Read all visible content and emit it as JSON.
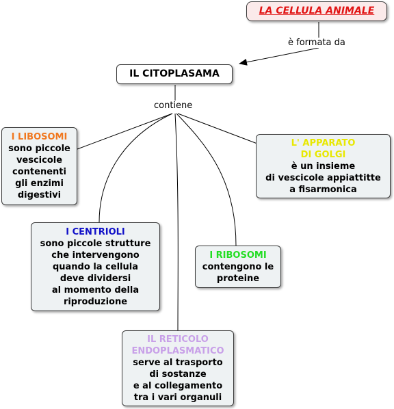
{
  "root": {
    "title": "LA CELLULA ANIMALE"
  },
  "link_root": {
    "label": "è formata da"
  },
  "main": {
    "title": "IL CITOPLASAMA"
  },
  "link_main": {
    "label": "contiene"
  },
  "nodes": {
    "libosomi": {
      "title": "I LIBOSOMI",
      "text": "sono piccole\nvescicole\ncontenenti\ngli enzimi\ndigestivi",
      "title_color": "#f07820"
    },
    "golgi": {
      "title": "L' APPARATO\nDI GOLGI",
      "text": "è un insieme\ndi vescicole appiattitte\na fisarmonica",
      "title_color": "#e8e800"
    },
    "centrioli": {
      "title": "I CENTRIOLI",
      "text": "sono piccole strutture\nche intervengono\nquando la cellula\ndeve dividersi\nal momento della\nriproduzione",
      "title_color": "#1010c8"
    },
    "ribosomi": {
      "title": "I RIBOSOMI",
      "text": "contengono le\nproteine",
      "title_color": "#22dd22"
    },
    "reticolo": {
      "title": "IL RETICOLO\nENDOPLASMATICO",
      "text": "serve al trasporto\ndi sostanze\ne al collegamento\ntra i vari organuli",
      "title_color": "#c8a0e8"
    }
  }
}
